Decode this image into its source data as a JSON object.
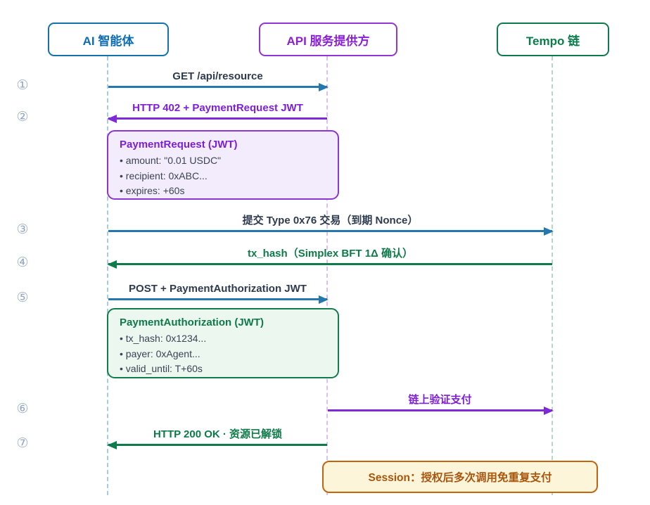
{
  "actors": [
    {
      "label": "AI 智能体",
      "color": "#0d6cb4"
    },
    {
      "label": "API 服务提供方",
      "color": "#8a1fd6"
    },
    {
      "label": "Tempo 链",
      "color": "#0a7c4a"
    }
  ],
  "steps": [
    "①",
    "②",
    "③",
    "④",
    "⑤",
    "⑥",
    "⑦"
  ],
  "messages": [
    {
      "step": "①",
      "from": "AI 智能体",
      "to": "API 服务提供方",
      "label": "GET /api/resource",
      "color": "#2478ad"
    },
    {
      "step": "②",
      "from": "API 服务提供方",
      "to": "AI 智能体",
      "label": "HTTP 402 + PaymentRequest JWT",
      "color": "#7d2ad8"
    },
    {
      "step": "③",
      "from": "AI 智能体",
      "to": "Tempo 链",
      "label": "提交 Type 0x76 交易（到期 Nonce）",
      "color": "#2478ad"
    },
    {
      "step": "④",
      "from": "Tempo 链",
      "to": "AI 智能体",
      "label": "tx_hash（Simplex BFT 1Δ 确认）",
      "color": "#0f7b4a"
    },
    {
      "step": "⑤",
      "from": "AI 智能体",
      "to": "API 服务提供方",
      "label": "POST + PaymentAuthorization JWT",
      "color": "#2478ad"
    },
    {
      "step": "⑥",
      "from": "API 服务提供方",
      "to": "Tempo 链",
      "label": "链上验证支付",
      "color": "#7d2ad8"
    },
    {
      "step": "⑦",
      "from": "API 服务提供方",
      "to": "AI 智能体",
      "label": "HTTP 200 OK · 资源已解锁",
      "color": "#0f7b4a"
    }
  ],
  "notes": {
    "payment_request": {
      "title": "PaymentRequest (JWT)",
      "items": [
        "amount: \"0.01 USDC\"",
        "recipient: 0xABC...",
        "expires: +60s"
      ]
    },
    "payment_authorization": {
      "title": "PaymentAuthorization (JWT)",
      "items": [
        "tx_hash: 0x1234...",
        "payer: 0xAgent...",
        "valid_until: T+60s"
      ]
    },
    "session": {
      "label": "Session：授权后多次调用免重复支付"
    }
  },
  "colors": {
    "agent_blue": "#0d6cb4",
    "api_purple": "#8a1fd6",
    "tempo_green": "#0a7c4a",
    "arrow_blue": "#2478ad",
    "arrow_purple": "#7d2ad8",
    "arrow_green": "#0f7b4a",
    "message_text_dark": "#2e3b4e",
    "note_purple_bg": "#f3ecfc",
    "note_green_bg": "#ecf7f0",
    "session_bg": "#fdf5da",
    "session_border": "#c2650f",
    "session_text": "#a8560e",
    "step_number_gray": "#96a7c6"
  }
}
